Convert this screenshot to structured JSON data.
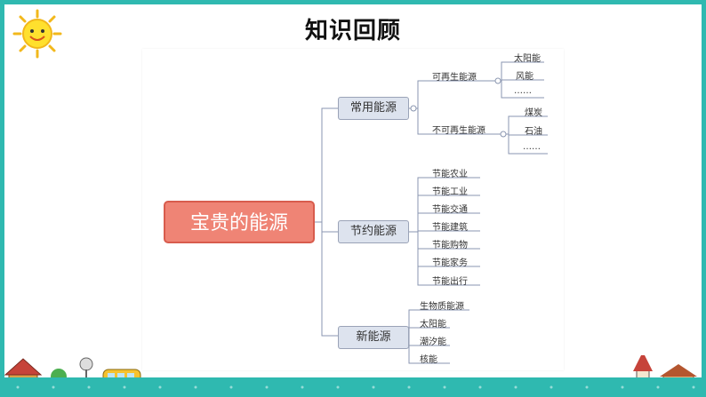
{
  "slide": {
    "title": "知识回顾"
  },
  "mindmap": {
    "root": "宝贵的能源",
    "branches": [
      {
        "label": "常用能源",
        "groups": [
          {
            "label": "可再生能源",
            "items": [
              "太阳能",
              "风能",
              "……"
            ]
          },
          {
            "label": "不可再生能源",
            "items": [
              "煤炭",
              "石油",
              "……"
            ]
          }
        ]
      },
      {
        "label": "节约能源",
        "items": [
          "节能农业",
          "节能工业",
          "节能交通",
          "节能建筑",
          "节能购物",
          "节能家务",
          "节能出行"
        ]
      },
      {
        "label": "新能源",
        "items": [
          "生物质能源",
          "太阳能",
          "潮汐能",
          "核能"
        ]
      }
    ]
  },
  "colors": {
    "accent": "#2fb9b0",
    "root_fill": "#ef8475",
    "branch_fill": "#dde3ee",
    "line": "#8a96b0"
  }
}
